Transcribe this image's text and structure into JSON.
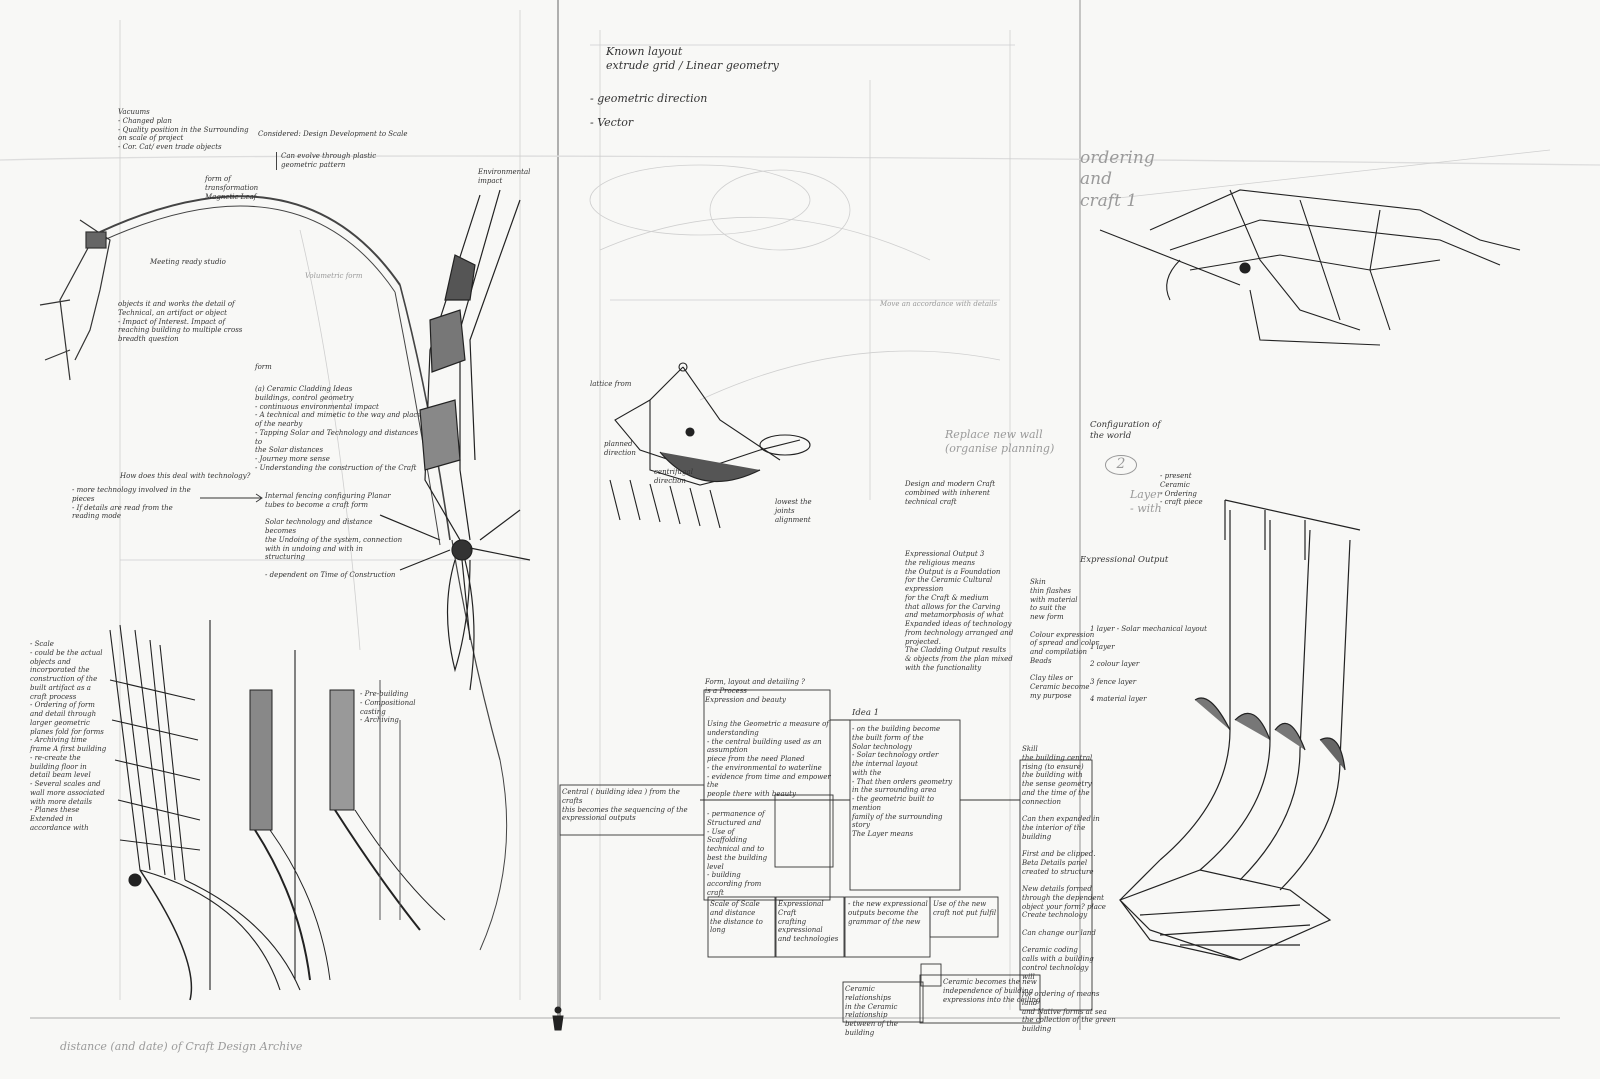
{
  "sheet": {
    "notes": {
      "left_top_a": "Vacuums\n- Changed plan\n- Quality position in the Surrounding on scale of project\n- Cor. Cat/ even trade objects",
      "left_top_b": "Considered: Design Development to Scale",
      "left_top_c": "Can evolve through plastic geometric pattern",
      "left_top_d": "form of transformation\nMagnetic Leaf",
      "environmental": "Environmental impact",
      "meeting_ready": "Meeting ready studio",
      "left_mid_a": "objects it and works the detail of Technical, an artifact or object\n- Impact of Interest. Impact of reaching building to multiple cross breadth question",
      "left_mid_b": "Volumetric form",
      "left_list_heading": "form",
      "left_list": "(a) Ceramic Cladding Ideas\nbuildings, control geometry\n- continuous environmental impact\n- A technical and mimetic to the way and place\n  of the nearby\n- Tapping Solar and Technology and distances to\n  the Solar distances\n- Journey more sense\n- Understanding the construction of the Craft",
      "how_does": "How does this deal with technology?",
      "left_q": "- more technology involved in the pieces\n- If details are read from the reading mode",
      "left_middle_b": "Internal fencing configuring Planar tubes to become a craft form\n\nSolar technology and distance becomes\nthe Undoing of the system, connection\nwith in undoing and with in structuring\n\n- dependent on Time of Construction",
      "left_side_list": "- Scale\n  - could be the actual objects and incorporated the construction of the built artifact as a craft process\n- Ordering of form and detail through larger geometric planes fold for forms\n- Archiving time frame A first building\n- re-create the building floor in detail beam level\n- Several scales and wall more associated with more details\n- Planes these Extended in accordance with",
      "left_bottom_tags": "- Pre-building\n- Compositional casting\n- Archiving",
      "mid_top_a": "Known layout\nextrude grid / Linear geometry",
      "mid_top_b": "- geometric direction",
      "mid_top_c": "- Vector",
      "mid_sketch_a": "lattice from",
      "mid_sketch_b": "planned direction",
      "mid_sketch_c": "centrifugal direction",
      "mid_sketch_d": "lowest the joints alignment",
      "mid_faint": "Move an accordance with details",
      "design_craft": "Design and modern Craft combined with inherent technical craft",
      "replace": "Replace new wall (organise planning)",
      "form_layout": "Form, layout and detailing ?\nis a Process\nExpression and beauty",
      "using_geometric": "Using the Geometric a measure of\nunderstanding\n- the central building used as an assumption\n  piece from the need Planed\n- the environmental to waterline\n- evidence from time and empower the\n  people there with beauty",
      "central": "Central ( building idea ) from the crafts\nthis becomes the sequencing of the expressional outputs",
      "permanence": "- permanence of Structured and\n- Use of Scaffolding technical and to best the building level\n- building according from craft",
      "scale_of": "Scale of Scale\nand distance\nthe distance to long",
      "expressional_craft": "Expressional Craft\ncrafting expressional\nand technologies",
      "new_expressional": "- the new expressional\noutputs become the\ngrammar of the new",
      "use_of_the": "Use of the new\ncraft not put fulfil",
      "idea_1": "Idea 1",
      "idea_text": "- on the building become\nthe built form of the\nSolar technology\n- Solar technology order\nthe internal layout\nwith the\n- That then orders geometry\nin the surrounding area\n- the geometric built to mention\nfamily of the surrounding story\nThe Layer means",
      "exp_output": "Expressional Output 3\nthe religious means\nthe Output is a Foundation\nfor the Ceramic Cultural expression\nfor the Craft & medium\nthat allows for the Carving\nand metamorphosis of what\nExpanded ideas of technology\nfrom technology arranged and\nprojected.\nThe Cladding Output results\n& objects from the plan mixed\nwith the functionality",
      "sun_list": "Skin\nthin flashes\nwith material\nto suit the\nnew form\n\nColour expression\nof spread and color\nand compilation\nBeads\n\nClay tiles or\nCeramic become\nmy purpose",
      "right_col": "Skill\nthe building central\nrising (to ensure)\nthe building with\nthe sense geometry\nand the time of the\nconnection\n\nCan then expanded in\nthe interior of the\nbuilding\n\nFirst and be clipped.\nBeta Details panel\ncreated to structure\n\nNew details formed\nthrough the dependent\nobject your form? place\nCreate technology\n\nCan change our land\n\nCeramic coding\ncalls with a building\ncontrol technology\nwill\n\nfor ordering of means land\nand Native forms at sea\nthe collection of the green building",
      "bottom_mid_a": "Ceramic relationships\nin the Ceramic relationship\nbetween of the building",
      "bottom_mid_b": "Ceramic becomes the new\nindependence of building\nexpressions into the ceiling",
      "ordering": "ordering\nand\ncraft 1",
      "config": "Configuration of\nthe world",
      "config_num": "2",
      "config_list": "Layer\n- with",
      "config_tag": "- present\n  Ceramic\n- Ordering\n- craft piece",
      "exp_output_right": "Expressional Output",
      "right_legend": "1 layer  -  Solar mechanical layout\n\n1 layer\n\n2 colour layer\n\n3 fence layer\n\n4 material layer",
      "bottom_caption": "distance (and date) of Craft Design Archive"
    }
  }
}
